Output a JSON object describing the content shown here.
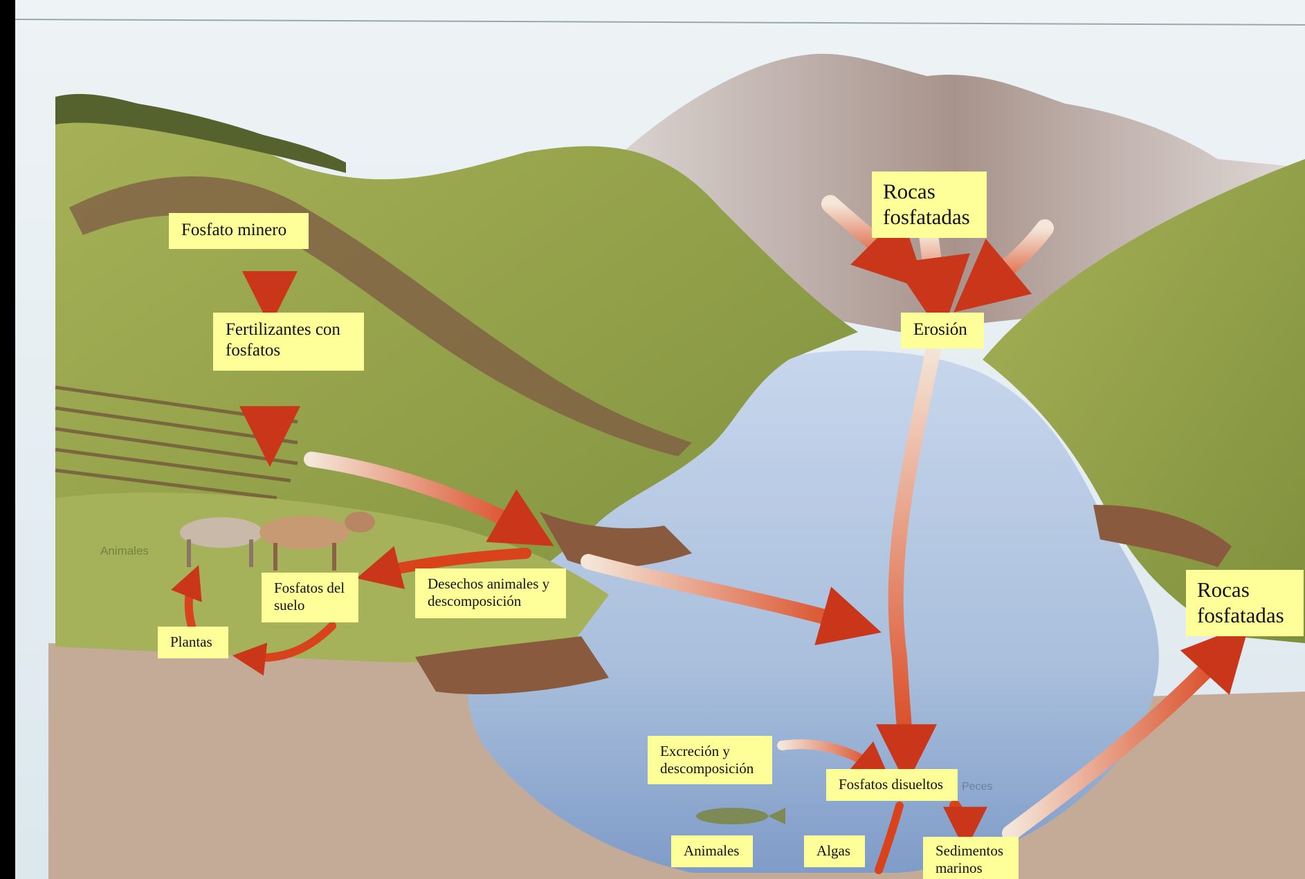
{
  "colors": {
    "label_bg": "#ffff99",
    "arrow": "#d8431c",
    "grass": "#9aa84a",
    "water": "#a9bfdc",
    "rock": "#b8a8a0",
    "soil": "#c4ab98"
  },
  "labels": {
    "fosfato_minero": "Fosfato minero",
    "fertilizantes": "Fertilizantes con\nfosfatos",
    "rocas_top": "Rocas\nfosfatadas",
    "erosion": "Erosión",
    "fosfatos_suelo": "Fosfatos del\n suelo",
    "desechos": "Desechos animales y\ndescomposición",
    "plantas": "Plantas",
    "rocas_right": "Rocas\nfosfatadas",
    "excrecion": "Excreción y\ndescomposición",
    "fosfatos_disueltos": "Fosfatos disueltos",
    "animales": "Animales",
    "algas": "Algas",
    "sedimentos": "Sedimentos\nmarinos"
  },
  "illustration_labels": {
    "animales_faded": "Animales",
    "peces_faded": "Peces"
  }
}
